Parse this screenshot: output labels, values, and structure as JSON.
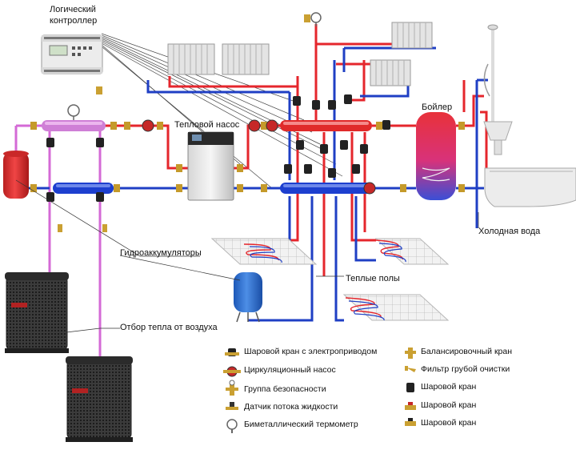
{
  "labels": {
    "controller": "Логический контроллер",
    "controller_line1": "Логический",
    "controller_line2": "контроллер",
    "heat_pump": "Тепловой насос",
    "boiler": "Бойлер",
    "cold_water": "Холодная вода",
    "accumulators": "Гидроаккумуляторы",
    "floors": "Теплые полы",
    "air_extract": "Отбор тепла от воздуха"
  },
  "legend": {
    "left": [
      {
        "icon": "motorized-ball-valve-icon",
        "text": "Шаровой кран с электроприводом"
      },
      {
        "icon": "circulation-pump-icon",
        "text": "Циркуляционный насос"
      },
      {
        "icon": "safety-group-icon",
        "text": "Группа безопасности"
      },
      {
        "icon": "flow-sensor-icon",
        "text": "Датчик потока жидкости"
      },
      {
        "icon": "bimetal-thermometer-icon",
        "text": "Биметаллический термометр"
      }
    ],
    "right": [
      {
        "icon": "balancing-valve-icon",
        "text": "Балансировочный кран"
      },
      {
        "icon": "strainer-icon",
        "text": "Фильтр грубой очистки"
      },
      {
        "icon": "ball-valve-icon",
        "text": "Шаровой кран"
      },
      {
        "icon": "ball-valve-icon",
        "text": "Шаровой кран"
      },
      {
        "icon": "ball-valve-icon",
        "text": "Шаровой кран"
      }
    ]
  },
  "colors": {
    "hot": "#e5262c",
    "cold": "#1f3fc4",
    "glycol": "#d46ad6",
    "manifold_hot": "#e02a2a",
    "manifold_cold": "#1d3fcf",
    "manifold_glycol": "#cf7fd6",
    "tank_red": "#e53030",
    "tank_blue": "#2f6fd6"
  }
}
